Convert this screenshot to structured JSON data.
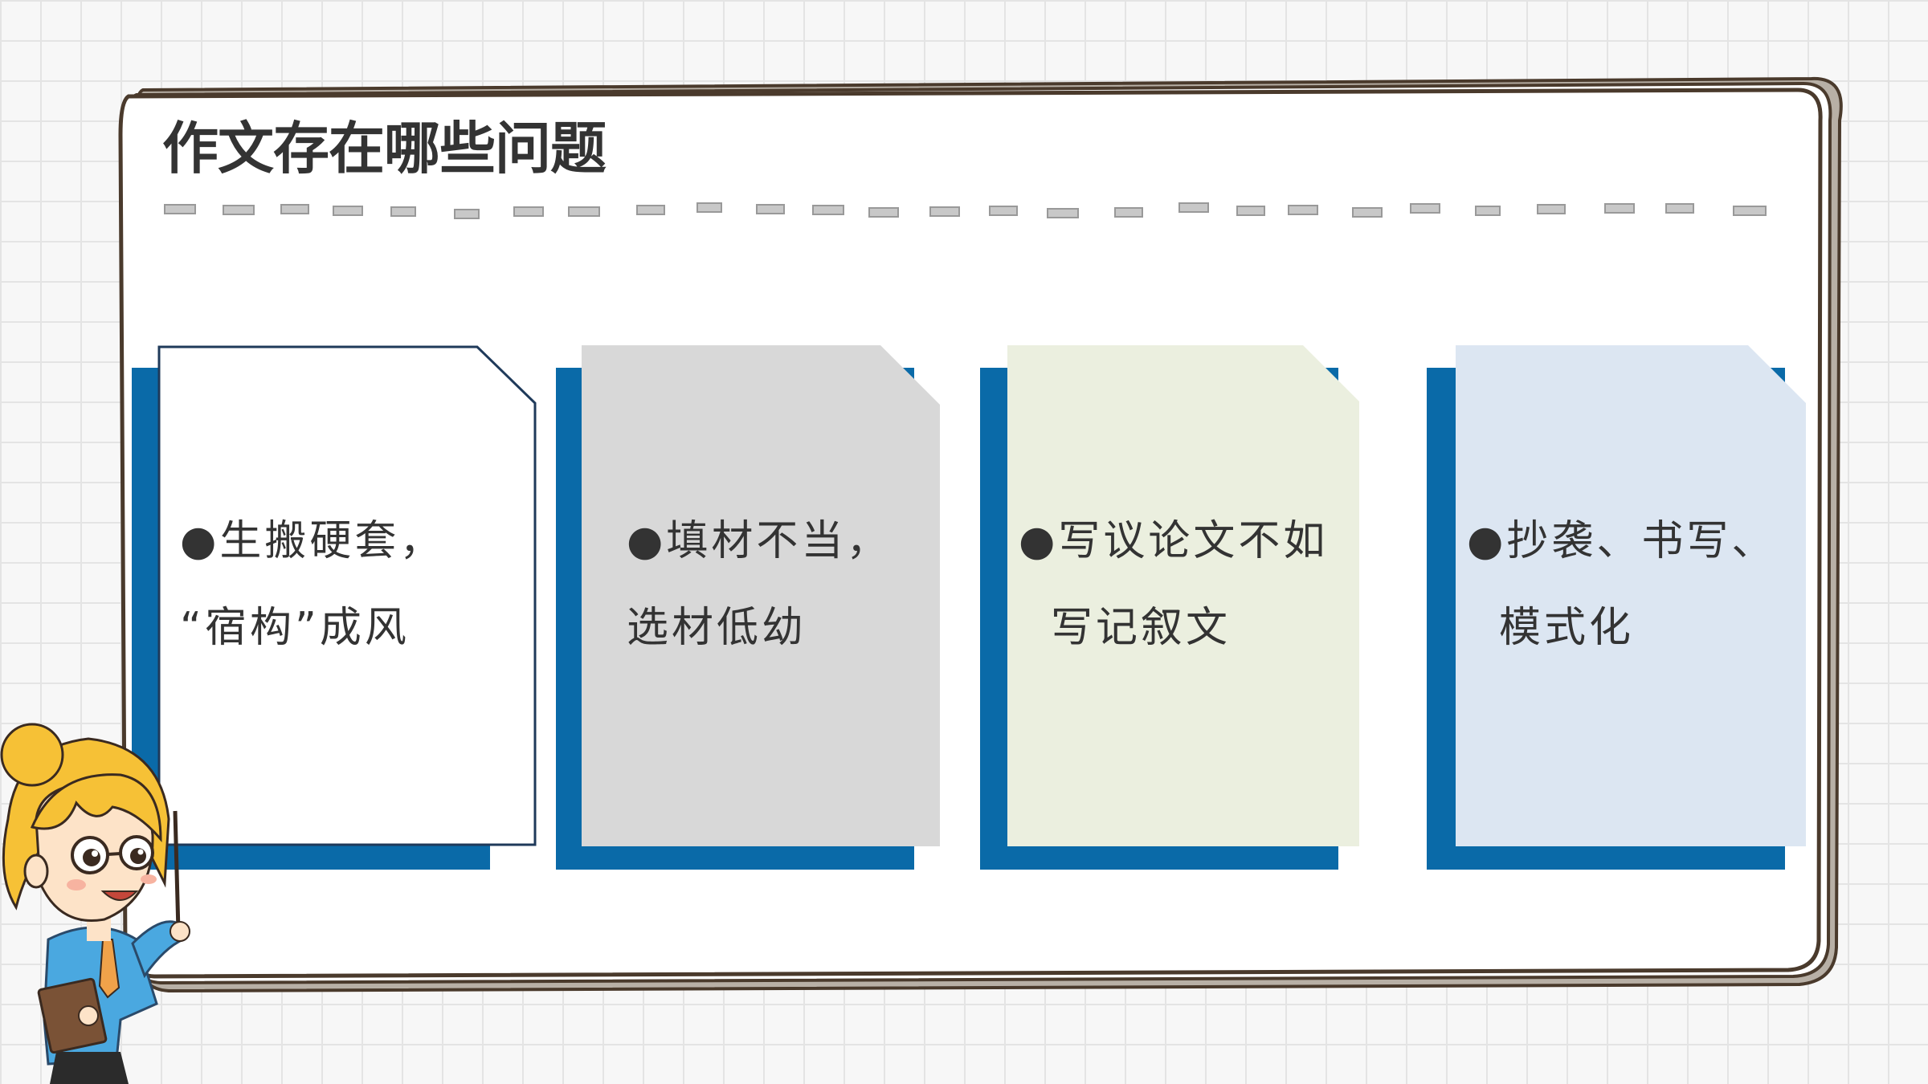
{
  "slide": {
    "title": "作文存在哪些问题",
    "colors": {
      "frame_stroke": "#4a3a2c",
      "accent_blue": "#0a6aa8",
      "dash_gray": "#bdbdbd",
      "text": "#333333"
    }
  },
  "cards": [
    {
      "fill": "#ffffff",
      "outlined": true,
      "lines": [
        "●生搬硬套，",
        "“宿构”成风"
      ]
    },
    {
      "fill": "#d8d8d8",
      "outlined": false,
      "lines": [
        "●填材不当，",
        "选材低幼"
      ]
    },
    {
      "fill": "#ebefdf",
      "outlined": false,
      "lines": [
        "●写议论文不如",
        "写记叙文"
      ]
    },
    {
      "fill": "#dce6f2",
      "outlined": false,
      "lines": [
        "●抄袭、书写、",
        "模式化"
      ]
    }
  ],
  "decorations": {
    "teacher_icon": "cartoon-teacher-with-pointer",
    "frame_icon": "hand-drawn-paper-frame",
    "divider_icon": "dashed-divider"
  }
}
